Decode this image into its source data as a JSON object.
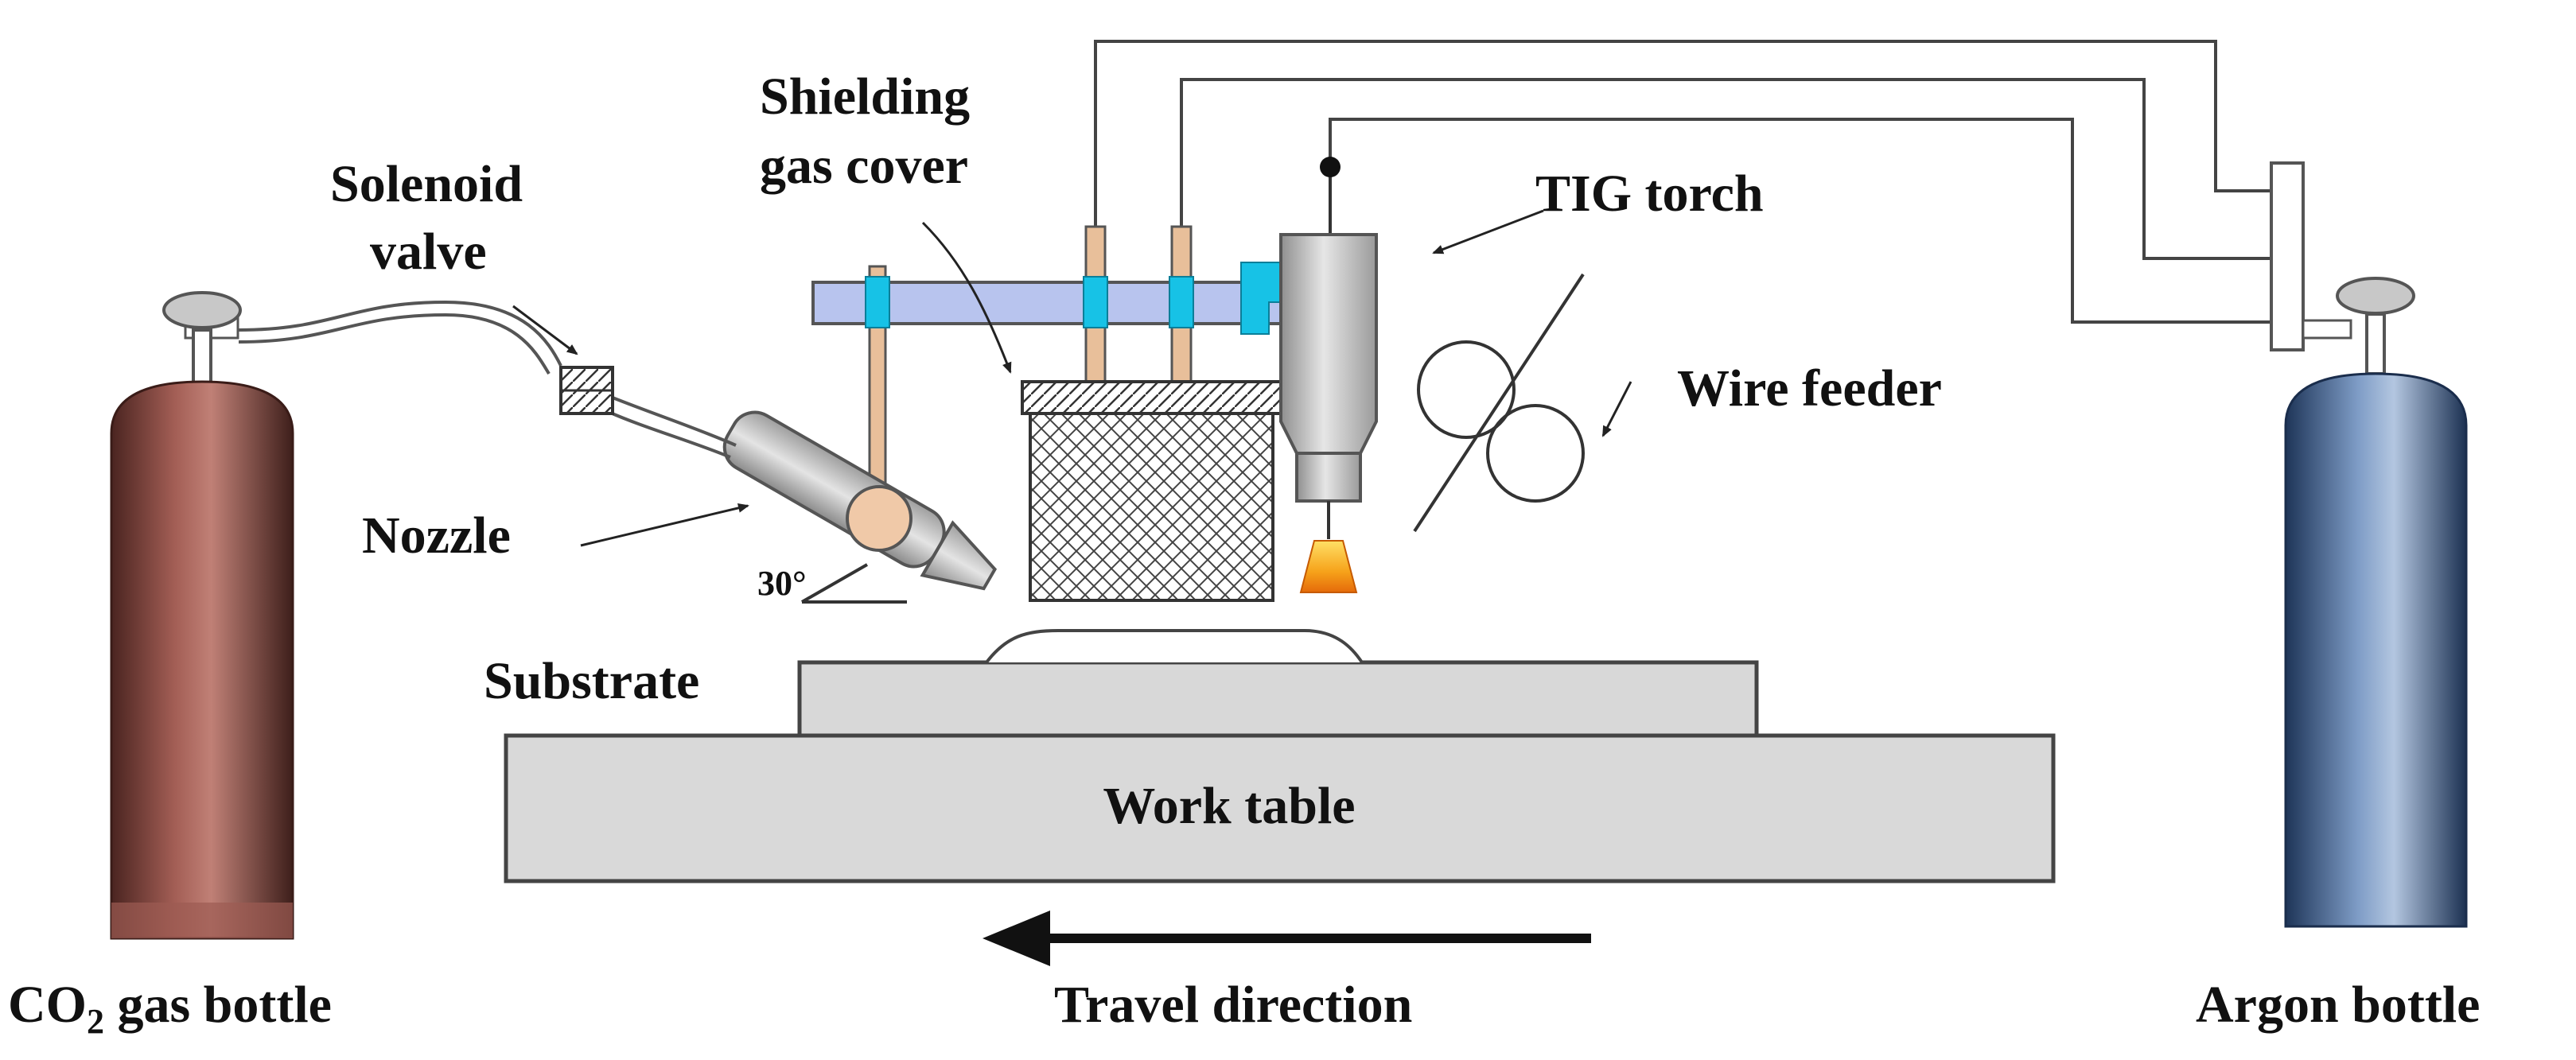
{
  "labels": {
    "shielding_line1": "Shielding",
    "shielding_line2": "gas cover",
    "solenoid_line1": "Solenoid",
    "solenoid_line2": "valve",
    "tig_torch": "TIG torch",
    "wire_feeder": "Wire feeder",
    "nozzle": "Nozzle",
    "angle": "30°",
    "substrate": "Substrate",
    "work_table": "Work table",
    "co2_prefix": "CO",
    "co2_subscript": "2",
    "co2_suffix": " gas bottle",
    "travel_direction": "Travel direction",
    "argon_bottle": "Argon bottle"
  },
  "colors": {
    "co2_bottle": "#8a4a40",
    "argon_bottle": "#3b5f8f",
    "rail": "#b8c4ee",
    "clamp": "#17c2e6",
    "rod": "#e8bf9a",
    "arc": "#f6a21a",
    "torch": "#c9c9c9",
    "substrate": "#d8d8d8"
  },
  "icons": {
    "travel_arrow": "arrow-left-icon",
    "cylinder_valve": "gas-valve-icon"
  }
}
